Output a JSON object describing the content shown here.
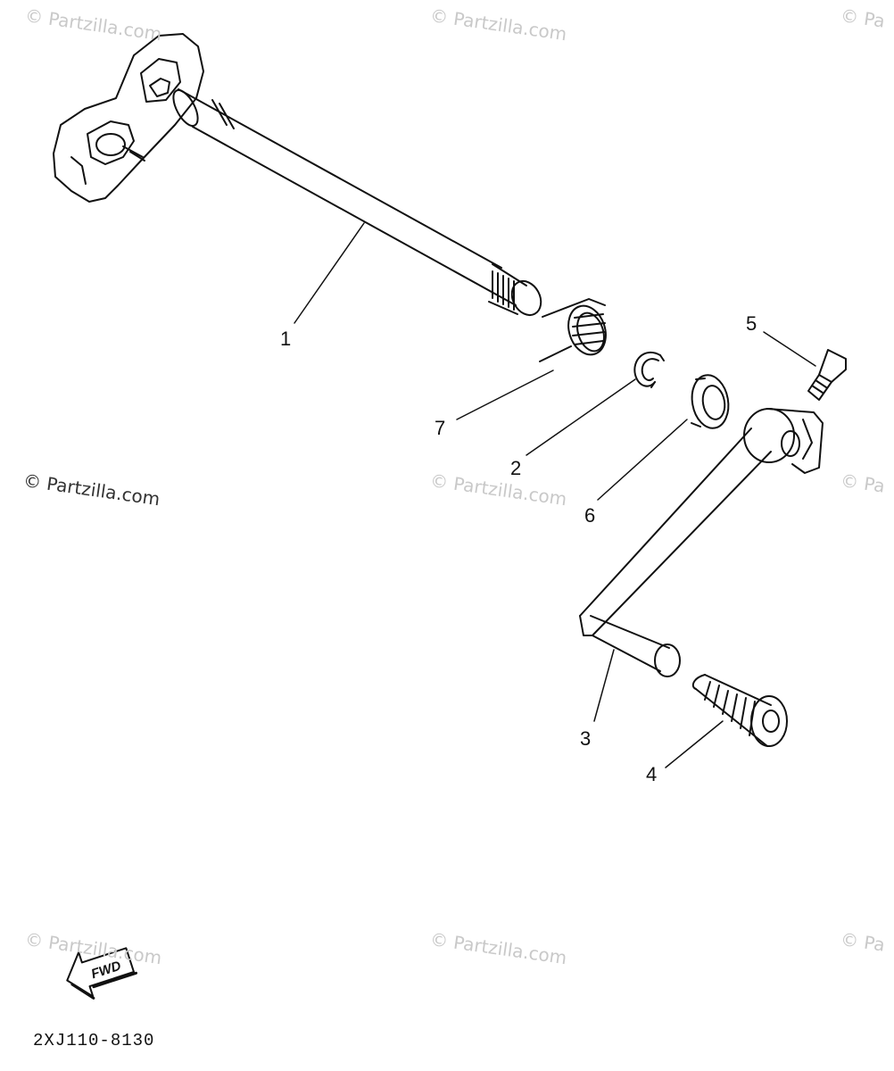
{
  "watermarks": [
    {
      "id": "wm-1",
      "text": "© Partzilla.com",
      "style": "light"
    },
    {
      "id": "wm-2",
      "text": "© Partzilla.com",
      "style": "light"
    },
    {
      "id": "wm-3",
      "text": "© Pa",
      "style": "light"
    },
    {
      "id": "wm-4",
      "text": "© Partzilla.com",
      "style": "dark"
    },
    {
      "id": "wm-5",
      "text": "© Partzilla.com",
      "style": "light"
    },
    {
      "id": "wm-6",
      "text": "© Pa",
      "style": "light"
    },
    {
      "id": "wm-7",
      "text": "© Partzilla.com",
      "style": "light"
    },
    {
      "id": "wm-8",
      "text": "© Partzilla.com",
      "style": "light"
    },
    {
      "id": "wm-9",
      "text": "© Pa",
      "style": "light"
    }
  ],
  "callouts": [
    {
      "id": "1",
      "label": "1"
    },
    {
      "id": "2",
      "label": "2"
    },
    {
      "id": "3",
      "label": "3"
    },
    {
      "id": "4",
      "label": "4"
    },
    {
      "id": "5",
      "label": "5"
    },
    {
      "id": "6",
      "label": "6"
    },
    {
      "id": "7",
      "label": "7"
    }
  ],
  "fwd_arrow": {
    "label": "FWD",
    "icon": "fwd-arrow-icon"
  },
  "diagram_code": "2XJ110-8130"
}
